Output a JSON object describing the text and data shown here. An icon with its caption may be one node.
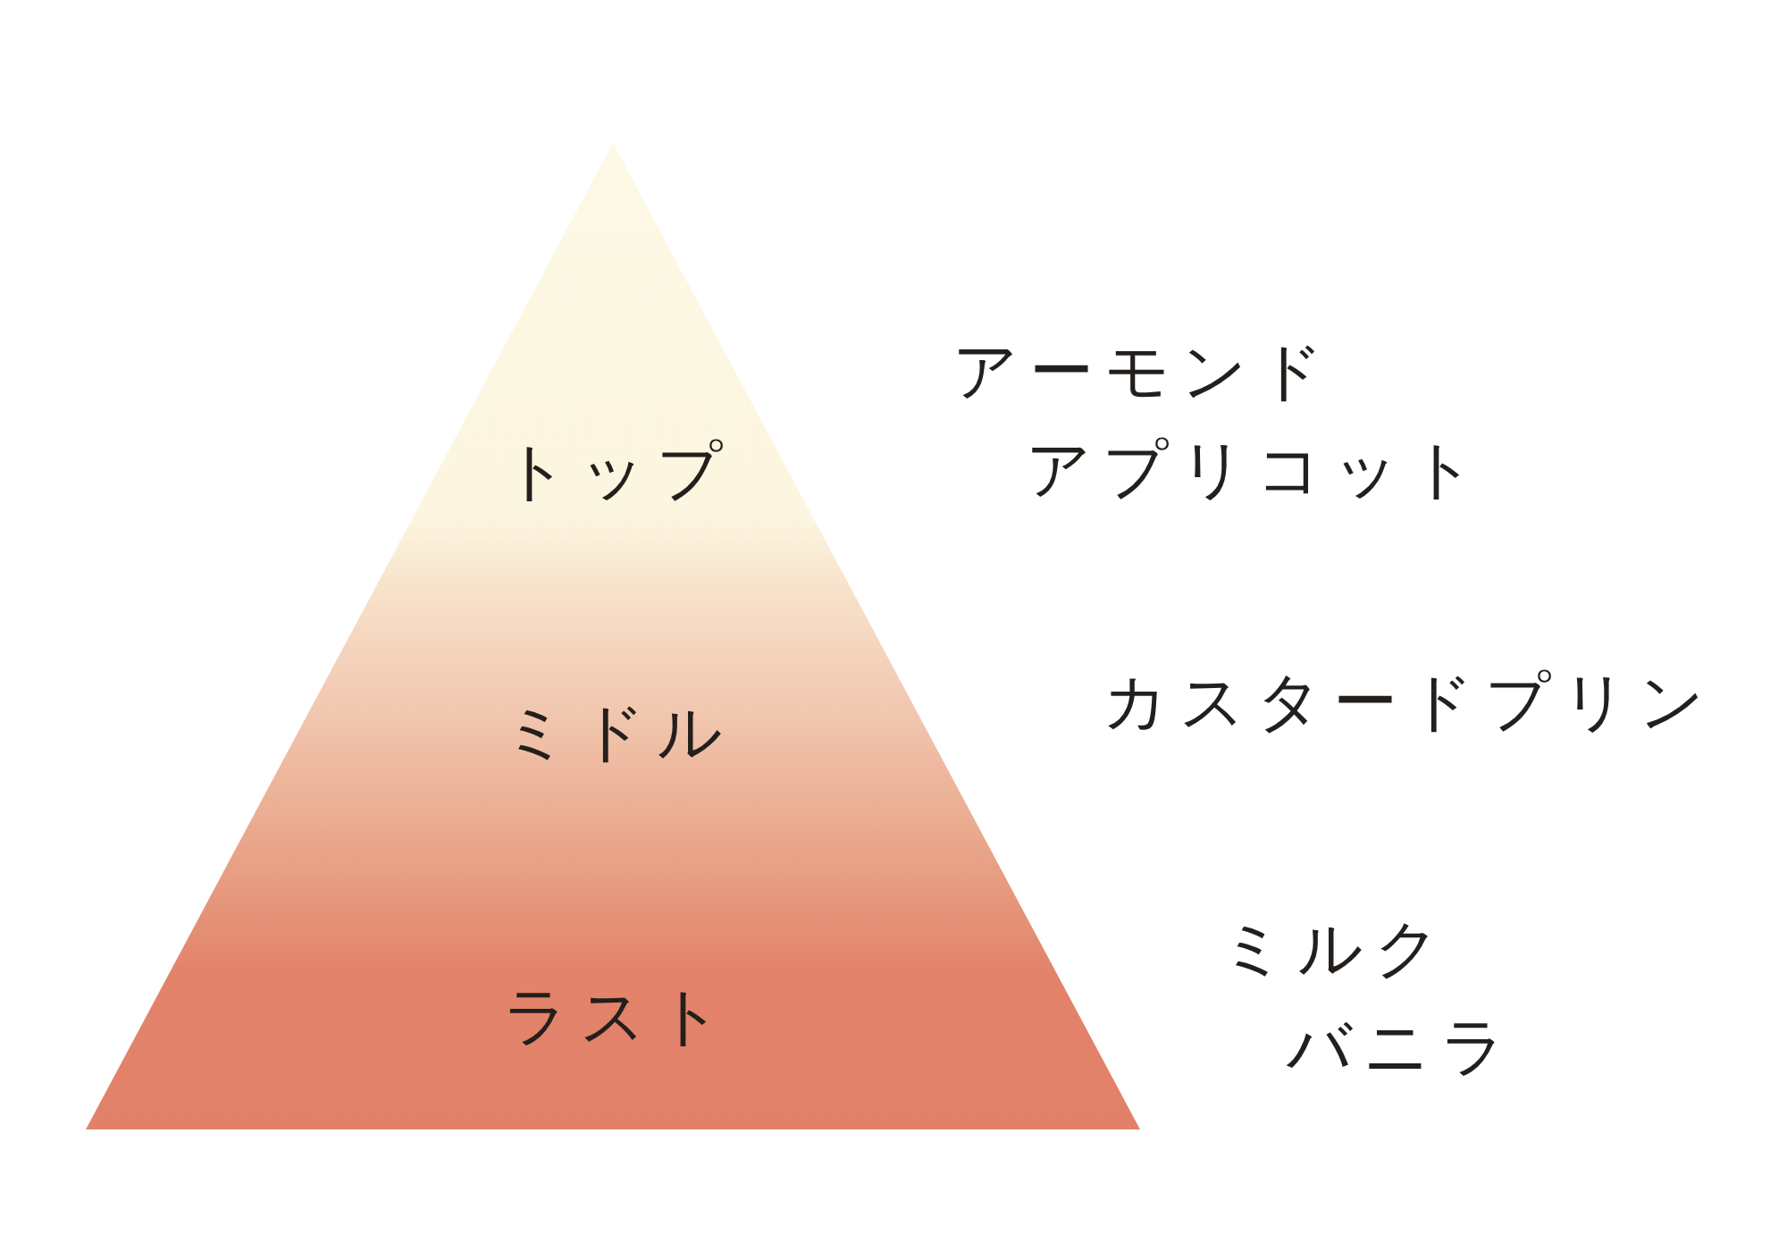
{
  "diagram": {
    "nodes": [
      {
        "text": [
          "トップ",
          "ミドル",
          "ラスト"
        ]
      }
    ],
    "labels": [
      "アーモンド",
      "アプリコット",
      "カスタードプリン",
      "ミルク",
      "バニラ"
    ]
  }
}
